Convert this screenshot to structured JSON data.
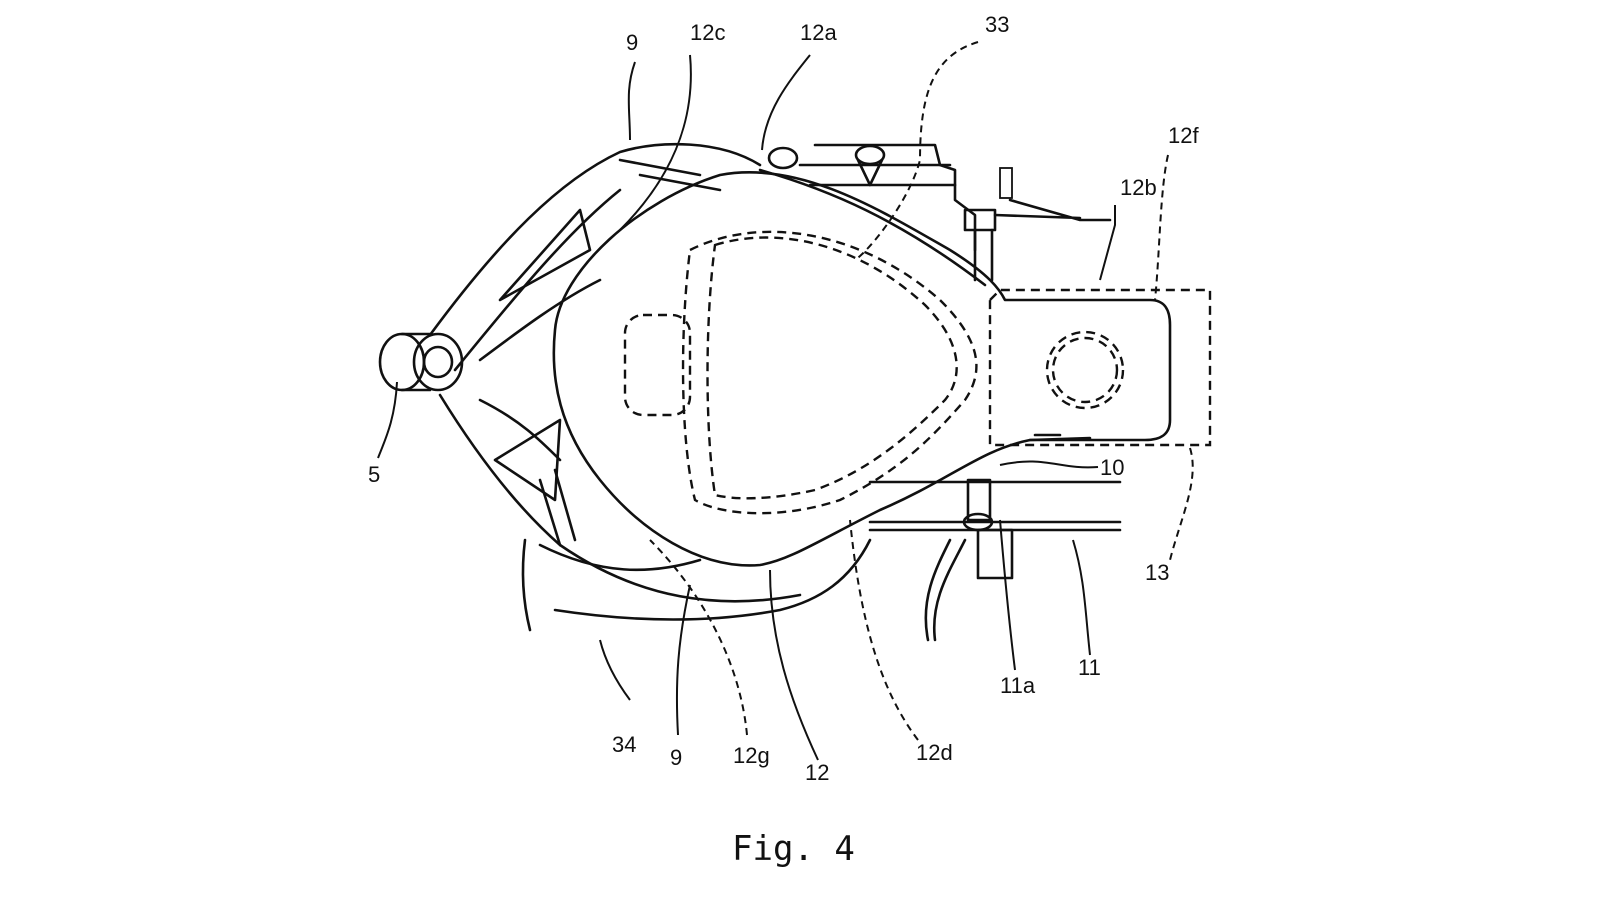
{
  "figure": {
    "caption": "Fig. 4",
    "labels": {
      "l9_top": "9",
      "l12c": "12c",
      "l12a": "12a",
      "l33": "33",
      "l12f": "12f",
      "l12b": "12b",
      "l5": "5",
      "l10": "10",
      "l13": "13",
      "l11": "11",
      "l11a": "11a",
      "l34": "34",
      "l9_bottom": "9",
      "l12g": "12g",
      "l12": "12",
      "l12d": "12d"
    }
  }
}
